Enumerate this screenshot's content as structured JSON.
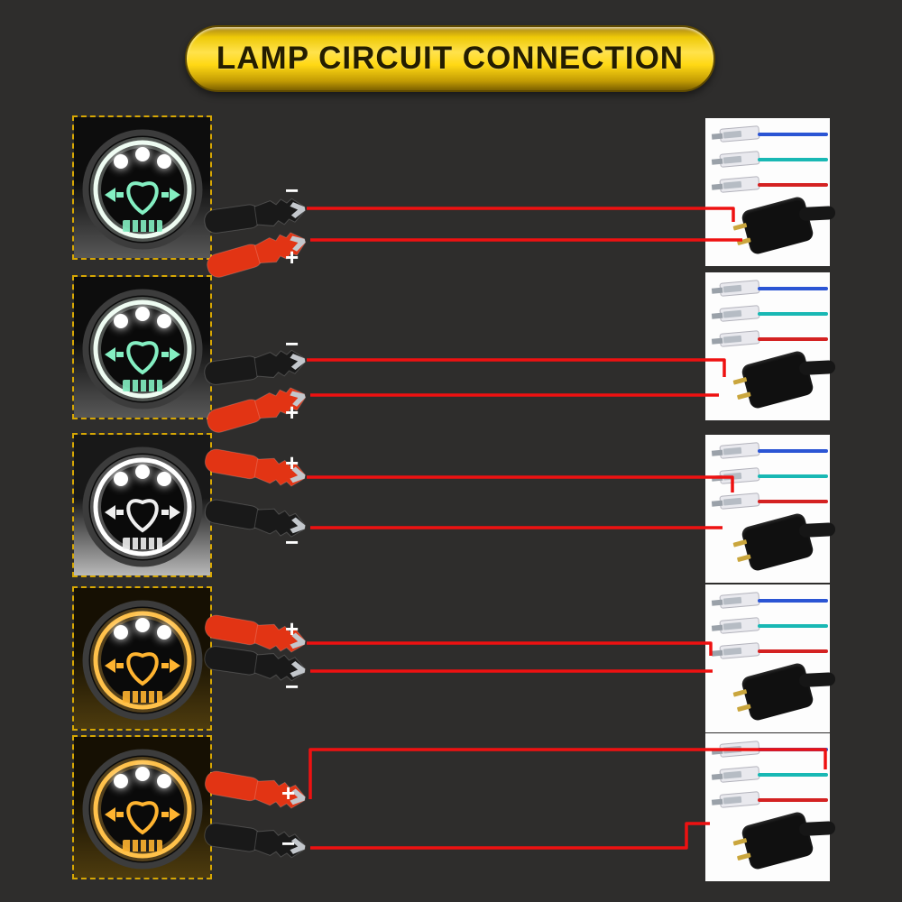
{
  "title": "LAMP CIRCUIT CONNECTION",
  "colors": {
    "page_background": "#2e2d2c",
    "banner_gold": "#ffd814",
    "banner_text": "#241d00",
    "dashed_frame": "#d7a703",
    "connection_wire_red": "#ee1111",
    "terminal_wire_blue": "#2b55d4",
    "terminal_wire_teal": "#19b8b4",
    "terminal_wire_red": "#d42222",
    "halo_white_green": "#84efc2",
    "halo_white": "#ffffff",
    "halo_amber": "#ffc14a"
  },
  "rows": [
    {
      "lamp_variant": "white-green",
      "clips": {
        "top": {
          "color": "black",
          "label": "−"
        },
        "bottom": {
          "color": "red",
          "label": "+"
        }
      }
    },
    {
      "lamp_variant": "white-green",
      "clips": {
        "top": {
          "color": "black",
          "label": "−"
        },
        "bottom": {
          "color": "red",
          "label": "+"
        }
      }
    },
    {
      "lamp_variant": "white",
      "clips": {
        "top": {
          "color": "red",
          "label": "+"
        },
        "bottom": {
          "color": "black",
          "label": "−"
        }
      }
    },
    {
      "lamp_variant": "amber",
      "clips": {
        "top": {
          "color": "red",
          "label": "+"
        },
        "bottom": {
          "color": "black",
          "label": "−"
        }
      }
    },
    {
      "lamp_variant": "amber",
      "clips": {
        "top": {
          "color": "red",
          "label": "+"
        },
        "bottom": {
          "color": "black",
          "label": "−"
        }
      }
    }
  ]
}
